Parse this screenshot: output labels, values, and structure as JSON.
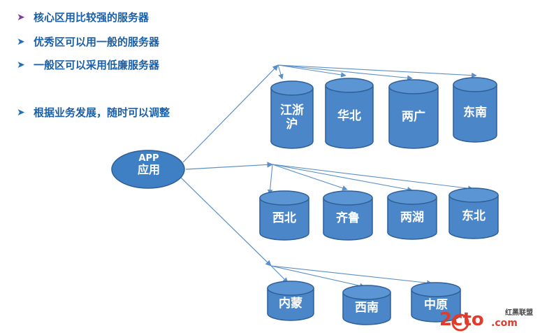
{
  "bullets": [
    {
      "text": "核心区用比较强的服务器",
      "mark": "➤"
    },
    {
      "text": "优秀区可以用一般的服务器",
      "mark": "➤"
    },
    {
      "text": "一般区可以采用低廉服务器",
      "mark": "➤"
    },
    {
      "text": "根据业务发展，随时可以调整",
      "mark": "➤"
    }
  ],
  "app": {
    "line1": "APP",
    "line2": "应用"
  },
  "groups": [
    {
      "name": "core",
      "nodes": [
        "江浙\n沪",
        "华北",
        "两广",
        "东南"
      ]
    },
    {
      "name": "good",
      "nodes": [
        "西北",
        "齐鲁",
        "两湖",
        "东北"
      ]
    },
    {
      "name": "normal",
      "nodes": [
        "内蒙",
        "西南",
        "中原"
      ]
    }
  ],
  "watermark": {
    "text_main": "2cto",
    "text_small": "红黑联盟",
    "text_com": ".com"
  },
  "colors": {
    "bullet_text": "#1a5fa8",
    "bullet_mark": "#7a3fa0",
    "cylinder_fill": "#4a86c8",
    "cylinder_top": "#5b95d3",
    "cylinder_stroke": "#2e5f96",
    "edge": "#5a8fc8",
    "app_fill": "#3f7fc4"
  }
}
